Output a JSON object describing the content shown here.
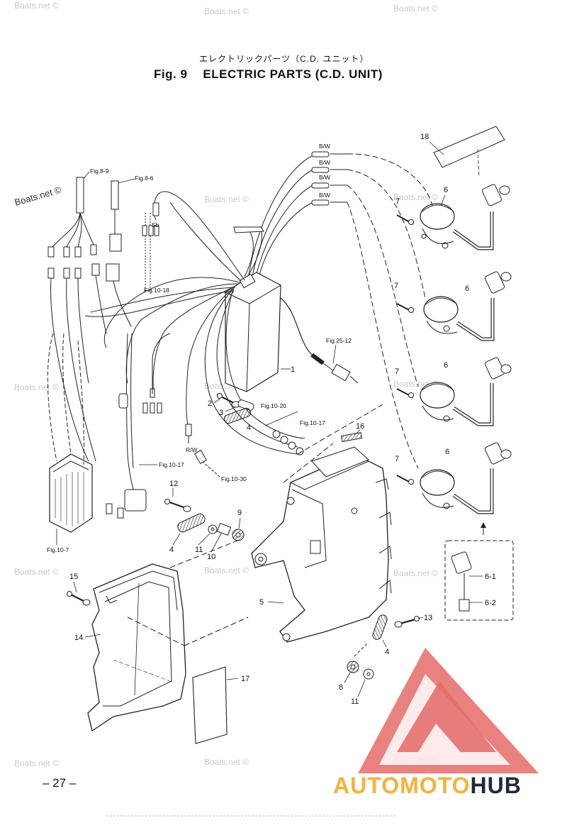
{
  "title": {
    "jp": "エレクトリックパーツ（C.D. ユニット）",
    "fig": "Fig. 9",
    "en": "ELECTRIC PARTS  (C.D. UNIT)"
  },
  "watermarks": {
    "site": "Boats.net ©",
    "site_main": "Boats.net ©"
  },
  "references": {
    "fig_8_9": "Fig.8-9",
    "fig_8_6": "Fig.8-6",
    "fig_10_18": "Fig.10-18",
    "fig_25_12": "Fig.25-12",
    "fig_10_20": "Fig.10-20",
    "fig_10_17a": "Fig.10-17",
    "fig_10_17b": "Fig.10-17",
    "fig_10_30": "Fig.10-30",
    "fig_10_7": "Fig.10-7"
  },
  "wire_labels": {
    "bw1": "B/W",
    "bw2": "B/W",
    "bw3": "B/W",
    "bw4": "B/W",
    "sb": "Sb",
    "rw": "R/W"
  },
  "parts": {
    "p1": "1",
    "p2": "2",
    "p3": "3",
    "p4a": "4",
    "p4b": "4",
    "p4c": "4",
    "p5": "5",
    "p6a": "6",
    "p6b": "6",
    "p6c": "6",
    "p6d": "6",
    "p6_1": "6-1",
    "p6_2": "6-2",
    "p7a": "7",
    "p7b": "7",
    "p7c": "7",
    "p7d": "7",
    "p8": "8",
    "p9": "9",
    "p10": "10",
    "p11a": "11",
    "p11b": "11",
    "p12": "12",
    "p13": "13",
    "p14": "14",
    "p15": "15",
    "p16": "16",
    "p17": "17",
    "p18": "18"
  },
  "page_number": "– 27 –",
  "logo": {
    "part1": "AUTOMOTO",
    "part2": "HUB"
  },
  "colors": {
    "logo_red": "#e25b57",
    "logo_orange": "#f6b13c",
    "logo_dark": "#1e2a3a"
  }
}
